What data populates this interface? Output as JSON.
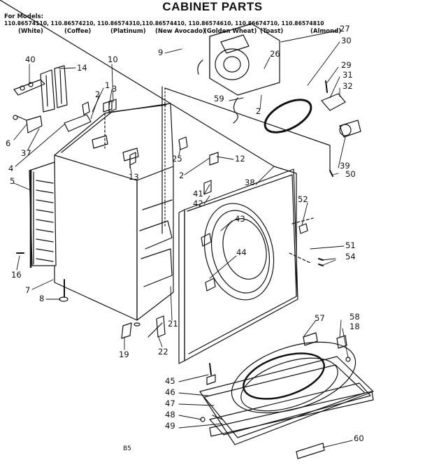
{
  "title": "CABINET PARTS",
  "models": {
    "prefix": "For Models:",
    "line1": "110.86574110, 110.86574210, 110.86574310,110.86574410, 110.86574610, 110.86674710, 110.86574810",
    "colors": [
      "(White)",
      "(Coffee)",
      "(Platinum)",
      "(New Avocado)",
      "(Golden Wheat)",
      "(Toast)",
      "(Almond)"
    ]
  },
  "callouts": [
    "40",
    "14",
    "10",
    "1",
    "2",
    "3",
    "9",
    "26",
    "27",
    "30",
    "29",
    "31",
    "32",
    "6",
    "37",
    "4",
    "5",
    "13",
    "25",
    "2",
    "12",
    "59",
    "2",
    "41",
    "42",
    "38",
    "52",
    "43",
    "44",
    "51",
    "54",
    "39",
    "50",
    "16",
    "7",
    "8",
    "21",
    "19",
    "22",
    "57",
    "58",
    "18",
    "45",
    "46",
    "47",
    "48",
    "49",
    "60"
  ],
  "footer": "B5"
}
